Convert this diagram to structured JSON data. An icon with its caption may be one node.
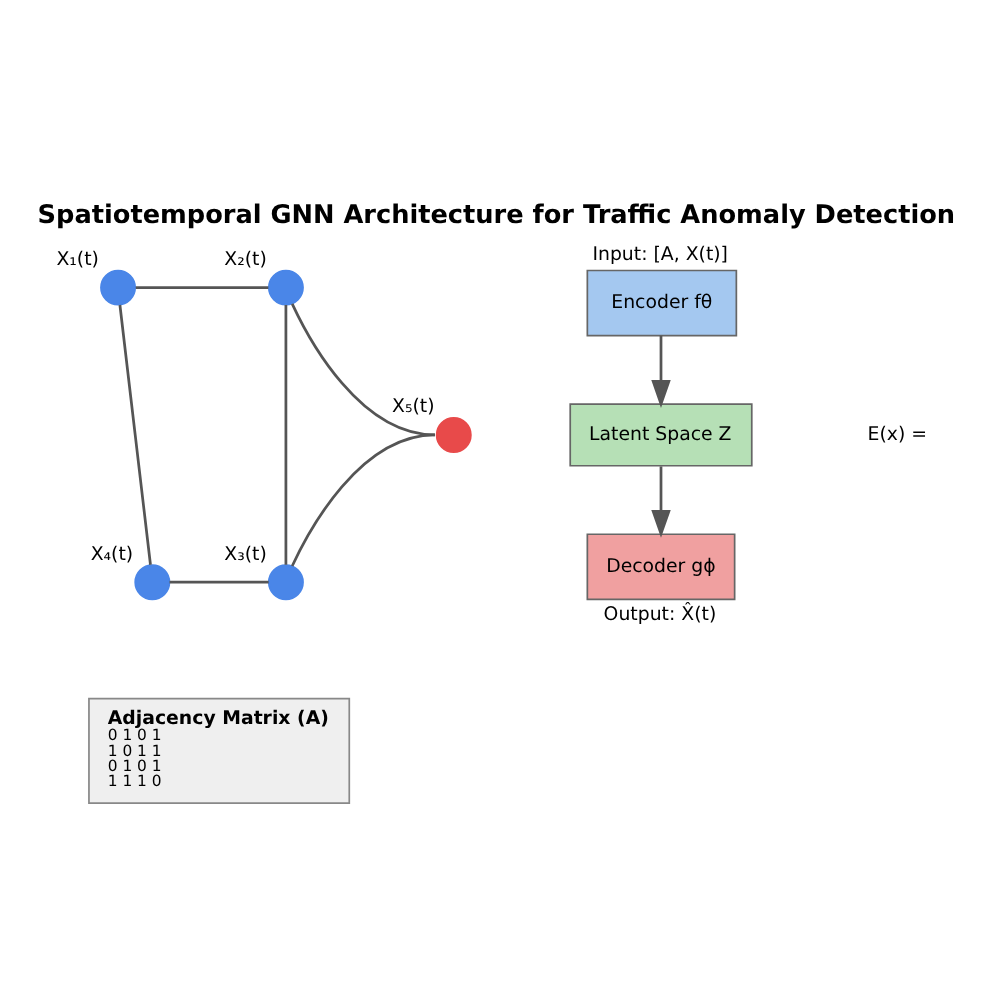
{
  "diagram": {
    "title": "Spatiotemporal GNN Architecture for Traffic Anomaly Detection",
    "nodes": [
      {
        "text": [
          "X₁(t)"
        ]
      },
      {
        "text": [
          "X₂(t)"
        ]
      },
      {
        "text": [
          "X₅(t)"
        ]
      },
      {
        "text": [
          "X₄(t)"
        ]
      },
      {
        "text": [
          "X₃(t)"
        ]
      },
      {
        "text": [
          "Adjacency Matrix (A)",
          "0 1 0 1",
          "1 0 1 1",
          "0 1 0 1",
          "1 1 1 0"
        ]
      },
      {
        "text": [
          "Encoder fθ"
        ],
        "beside": [
          "Input: [A, X(t)]"
        ]
      },
      {
        "text": [
          "Latent Space Z"
        ]
      },
      {
        "text": [
          "Decoder gϕ"
        ],
        "beside": [
          "Output: X̂(t)"
        ]
      }
    ],
    "edges": [
      {
        "from": 0,
        "to": 1,
        "arrow": "none"
      },
      {
        "from": 0,
        "to": 3,
        "arrow": "none"
      },
      {
        "from": 1,
        "to": 4,
        "arrow": "none"
      },
      {
        "from": 3,
        "to": 4,
        "arrow": "none"
      },
      {
        "from": 1,
        "to": 2,
        "arrow": "none"
      },
      {
        "from": 2,
        "to": 4,
        "arrow": "none"
      },
      {
        "from": 6,
        "to": 7,
        "arrow": "to"
      },
      {
        "from": 7,
        "to": 8,
        "arrow": "to"
      }
    ],
    "labels": [
      "E(x) ="
    ]
  }
}
